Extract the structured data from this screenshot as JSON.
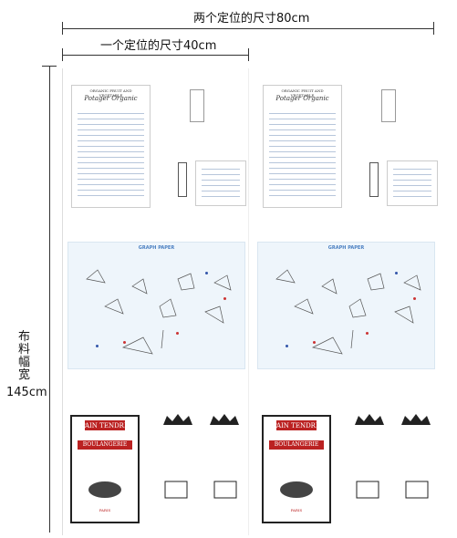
{
  "dimensions": {
    "width_label": "两个定位的尺寸80cm",
    "half_label": "一个定位的尺寸40cm",
    "height_label_chars": [
      "布",
      "料",
      "幅",
      "宽"
    ],
    "height_value": "145cm"
  },
  "tiles": {
    "invoice": {
      "header": "ORGANIC FRUIT AND VEGETABLE",
      "brand": "Potager Organic"
    },
    "graph": {
      "title": "GRAPH PAPER"
    },
    "bakery": {
      "pain": "PAIN TENDRE",
      "boulangerie": "BOULANGERIE PATISSERIE",
      "city": "PARIS"
    }
  },
  "colors": {
    "graph_bg": "#eef5fb",
    "graph_title": "#4a7fc1",
    "bakery_red": "#b22222",
    "doc_lines": "#b7c6db"
  }
}
